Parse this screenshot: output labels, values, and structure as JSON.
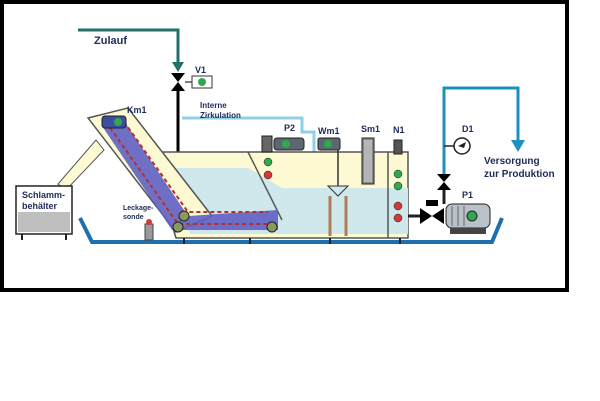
{
  "labels": {
    "zulauf": "Zulauf",
    "valve_v1": "V1",
    "interne_line1": "Interne",
    "interne_line2": "Zirkulation",
    "km1": "Km1",
    "p2": "P2",
    "wm1": "Wm1",
    "sm1": "Sm1",
    "n1": "N1",
    "d1": "D1",
    "p1": "P1",
    "schlamm_line1": "Schlamm-",
    "schlamm_line2": "behälter",
    "leckage_line1": "Leckage-",
    "leckage_line2": "sonde",
    "versorgung_line1": "Versorgung",
    "versorgung_line2": "zur Produktion"
  },
  "colors": {
    "frame": "#000000",
    "tank_fill": "#fdf9d2",
    "water": "#cfe8ec",
    "sludge": "#5f5fc4",
    "pipe_teal": "#21706a",
    "pipe_blue": "#1d8fc0",
    "pipe_light": "#8fd0e4",
    "label_text": "#1d2b5a",
    "belt_red": "#b23030",
    "indicator_green": "#2fa84f",
    "indicator_red": "#d03a3a"
  }
}
